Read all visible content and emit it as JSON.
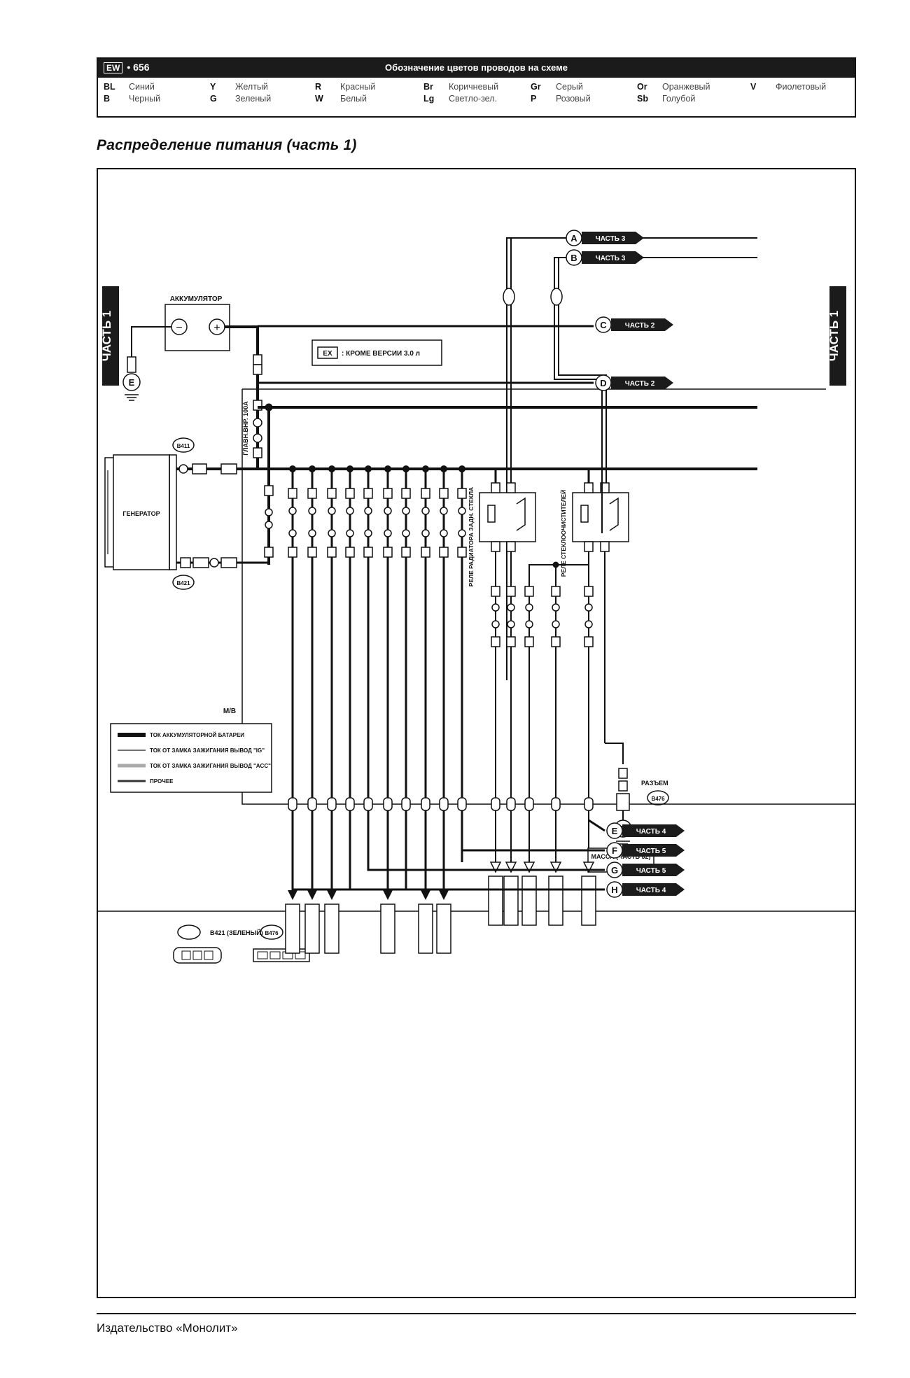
{
  "header": {
    "page_ref_box": "EW",
    "page_ref": "• 656",
    "legend_title": "Обозначение цветов проводов на схеме",
    "colors": [
      {
        "code": "BL",
        "name": "Синий"
      },
      {
        "code": "Y",
        "name": "Желтый"
      },
      {
        "code": "R",
        "name": "Красный"
      },
      {
        "code": "Br",
        "name": "Коричневый"
      },
      {
        "code": "Gr",
        "name": "Серый"
      },
      {
        "code": "Or",
        "name": "Оранжевый"
      },
      {
        "code": "V",
        "name": "Фиолетовый"
      },
      {
        "code": "B",
        "name": "Черный"
      },
      {
        "code": "G",
        "name": "Зеленый"
      },
      {
        "code": "W",
        "name": "Белый"
      },
      {
        "code": "Lg",
        "name": "Светло-зел."
      },
      {
        "code": "P",
        "name": "Розовый"
      },
      {
        "code": "Sb",
        "name": "Голубой"
      }
    ]
  },
  "section_title": "Распределение питания (часть 1)",
  "diagram": {
    "side_label": "ЧАСТЬ 1",
    "battery_label": "АККУМУЛЯТОР",
    "battery_minus": "−",
    "battery_plus": "+",
    "ground_symbol": "E",
    "generator_label": "ГЕНЕРАТОР",
    "connector_b411": "B411",
    "connector_b421": "B421",
    "connector_b476": "B476",
    "main_fuse_label": "ГЛАВН.ВНР. 100А",
    "fuse_box_tag": "M/B",
    "note_box_tag": "EX",
    "note_text": ": КРОМЕ ВЕРСИИ 3.0 л",
    "relay1_label": "РЕЛЕ РАДИАТОРА ЗАДН. СТЕКЛА",
    "relay2_label": "РЕЛЕ СТЕКЛООЧИСТИТЕЛЕЙ",
    "refs": [
      {
        "letter": "A",
        "text": "ЧАСТЬ 3"
      },
      {
        "letter": "B",
        "text": "ЧАСТЬ 3"
      },
      {
        "letter": "C",
        "text": "ЧАСТЬ 2"
      },
      {
        "letter": "D",
        "text": "ЧАСТЬ 2"
      },
      {
        "letter": "E",
        "text": "ЧАСТЬ 4"
      },
      {
        "letter": "F",
        "text": "ЧАСТЬ 5"
      },
      {
        "letter": "G",
        "text": "ЧАСТЬ 5"
      },
      {
        "letter": "H",
        "text": "ЧАСТЬ 4"
      }
    ],
    "legend": [
      {
        "style": "thick",
        "text": "ТОК АККУМУЛЯТОРНОЙ БАТАРЕИ"
      },
      {
        "style": "thin",
        "text": "ТОК ОТ ЗАМКА ЗАЖИГАНИЯ ВЫВОД \"IG\""
      },
      {
        "style": "double",
        "text": "ТОК ОТ ЗАМКА ЗАЖИГАНИЯ ВЫВОД \"ACC\""
      },
      {
        "style": "medium",
        "text": "ПРОЧЕЕ"
      }
    ],
    "connector_top_label": "РАЗЪЕМ",
    "ground_box_label": "МАССА (ЧАСТЬ 62)",
    "connector_view_1": "B421 (ЗЕЛЕНЫЙ)",
    "connector_view_2": "B476"
  },
  "footer": {
    "publisher": "Издательство «Монолит»"
  }
}
